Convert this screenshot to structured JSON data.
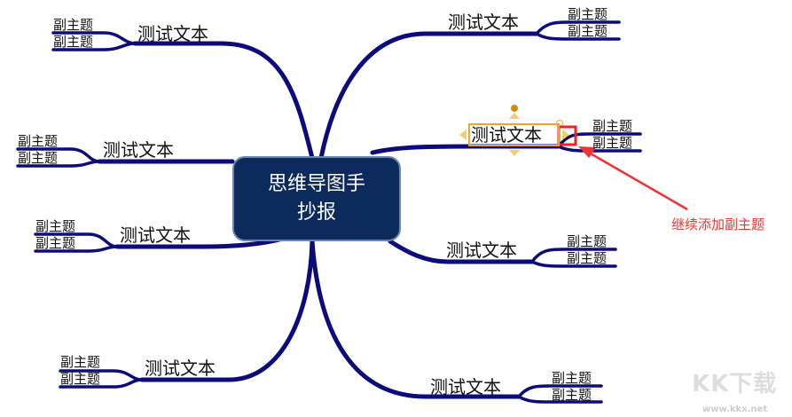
{
  "center": {
    "line1": "思维导图手",
    "line2": "抄报"
  },
  "topics": [
    {
      "label": "测试文本",
      "subs": [
        "副主题",
        "副主题"
      ]
    },
    {
      "label": "测试文本",
      "subs": [
        "副主题",
        "副主题"
      ]
    },
    {
      "label": "测试文本",
      "subs": [
        "副主题",
        "副主题"
      ]
    },
    {
      "label": "测试文本",
      "subs": [
        "副主题",
        "副主题"
      ]
    },
    {
      "label": "测试文本",
      "subs": [
        "副主题",
        "副主题"
      ]
    },
    {
      "label": "测试文本",
      "subs": [
        "副主题",
        "副主题"
      ],
      "selected": true
    },
    {
      "label": "测试文本",
      "subs": [
        "副主题",
        "副主题"
      ]
    },
    {
      "label": "测试文本",
      "subs": [
        "副主题",
        "副主题"
      ]
    }
  ],
  "annotation": "继续添加副主题",
  "watermark": {
    "logo": "KK下载",
    "url": "www.kkx.net"
  },
  "colors": {
    "branch": "#0b0b7c",
    "center": "#0d2a5c",
    "selection": "#e7a72c",
    "annotation": "#ee3333"
  }
}
